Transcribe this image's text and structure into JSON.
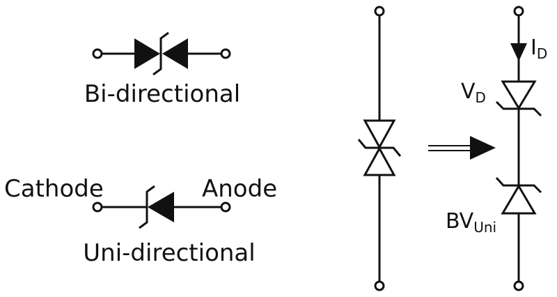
{
  "labels": {
    "bidirectional": "Bi-directional",
    "unidirectional": "Uni-directional",
    "cathode": "Cathode",
    "anode": "Anode",
    "current_main": "I",
    "current_sub": "D",
    "voltage_main": "V",
    "voltage_sub": "D",
    "breakdown_main": "BV",
    "breakdown_sub": "Uni"
  },
  "colors": {
    "ink": "#111111",
    "background": "#ffffff"
  }
}
